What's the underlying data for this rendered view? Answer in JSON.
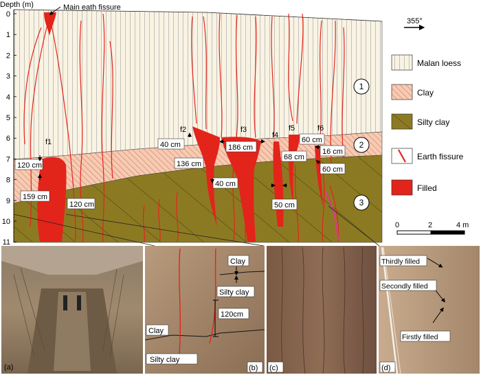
{
  "axis": {
    "depth_label": "Depth (m)",
    "ticks": [
      "0",
      "1",
      "2",
      "3",
      "4",
      "5",
      "6",
      "7",
      "8",
      "9",
      "10",
      "11"
    ]
  },
  "top_note": "Main eath fissure",
  "north": "355°",
  "layers": [
    "1",
    "2",
    "3"
  ],
  "legend": [
    {
      "label": "Malan loess",
      "key": "loess"
    },
    {
      "label": "Clay",
      "key": "clay"
    },
    {
      "label": "Silty clay",
      "key": "silty"
    },
    {
      "label": "Earth fissure",
      "key": "fissure"
    },
    {
      "label": "Filled",
      "key": "filled"
    }
  ],
  "fissures": [
    "f1",
    "f2",
    "f3",
    "f4",
    "f5",
    "f6"
  ],
  "measurements": {
    "m120a": "120 cm",
    "m159": "159 cm",
    "m120b": "120 cm",
    "m40a": "40 cm",
    "m136": "136 cm",
    "m40b": "40 cm",
    "m186": "186 cm",
    "m68": "68 cm",
    "m50": "50 cm",
    "m60a": "60 cm",
    "m16": "16 cm",
    "m60b": "60 cm"
  },
  "scale": {
    "labels": [
      "0",
      "2",
      "4 m"
    ]
  },
  "photos": {
    "a": "(a)",
    "b": "(b)",
    "c": "(c)",
    "d": "(d)",
    "b_clay_top": "Clay",
    "b_silty_mid": "Silty clay",
    "b_120": "120cm",
    "b_clay_left": "Clay",
    "b_silty_bottom": "Silty clay",
    "d_third": "Thirdly filled",
    "d_second": "Secondly filled",
    "d_first": "Firstly filled"
  },
  "colors": {
    "loess": "#f9f3e3",
    "clay": "#f6cbb4",
    "silty": "#8c7a22",
    "fissure": "#e3241b",
    "filled": "#e3241b",
    "magenta": "#d63c8c"
  }
}
